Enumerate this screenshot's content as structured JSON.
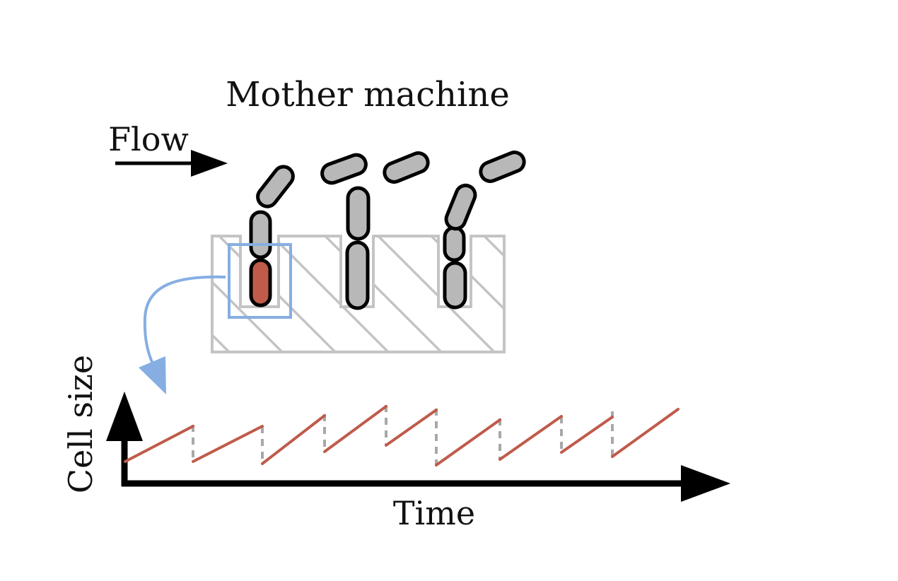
{
  "title": "Mother machine",
  "flow_label": "Flow",
  "axes": {
    "y_label": "Cell size",
    "x_label": "Time"
  },
  "colors": {
    "cell_fill": "#b8b8b8",
    "cell_outline": "#000000",
    "highlight_cell": "#c05b4b",
    "device": "#c4c4c4",
    "zoom_box": "#86aee3",
    "trace": "#c05b4b",
    "division_marker": "#a8a8a8"
  },
  "icons": {
    "flow": "arrow-right-icon",
    "zoom": "curved-arrow-icon"
  }
}
